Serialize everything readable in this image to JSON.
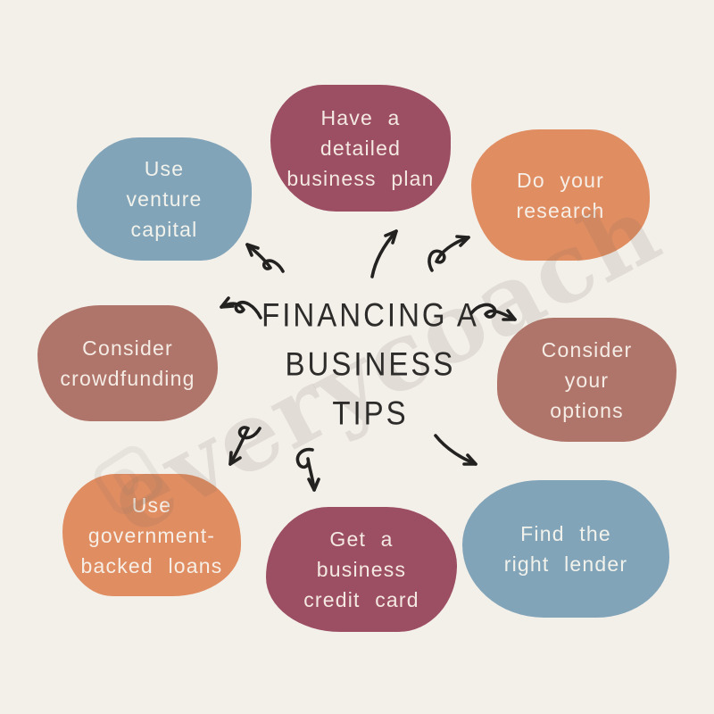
{
  "meta": {
    "background": "#F3F0EA",
    "arrow_color": "#232220",
    "title_color": "#2E2C2A",
    "watermark_color": "rgba(120,106,94,0.14)",
    "palette": {
      "berry": "#9C4E62",
      "orange": "#E08D62",
      "rose": "#B0756A",
      "blue": "#82A4B8"
    }
  },
  "watermark": {
    "text": "everycoach"
  },
  "center_title": {
    "lines": [
      "FINANCING A",
      "BUSINESS",
      "TIPS"
    ]
  },
  "nodes": [
    {
      "id": "business-plan",
      "position": "top",
      "lines": [
        "Have a",
        "detailed",
        "business plan"
      ],
      "color": "#9C4E62",
      "text_color": "#F4E9E2"
    },
    {
      "id": "do-research",
      "position": "top-right",
      "lines": [
        "Do your",
        "research"
      ],
      "color": "#E08D62",
      "text_color": "#F6EFE7"
    },
    {
      "id": "consider-options",
      "position": "right",
      "lines": [
        "Consider",
        "your",
        "options"
      ],
      "color": "#B0756A",
      "text_color": "#F4ECE5"
    },
    {
      "id": "find-lender",
      "position": "bottom-right",
      "lines": [
        "Find the",
        "right lender"
      ],
      "color": "#82A4B8",
      "text_color": "#F2F2EC"
    },
    {
      "id": "credit-card",
      "position": "bottom",
      "lines": [
        "Get a",
        "business",
        "credit card"
      ],
      "color": "#9C4E62",
      "text_color": "#F4E9E2"
    },
    {
      "id": "gov-loans",
      "position": "bottom-left",
      "lines": [
        "Use",
        "government-",
        "backed loans"
      ],
      "color": "#E08D62",
      "text_color": "#F6EFE7"
    },
    {
      "id": "crowdfunding",
      "position": "left",
      "lines": [
        "Consider",
        "crowdfunding"
      ],
      "color": "#B0756A",
      "text_color": "#F4ECE5"
    },
    {
      "id": "venture-capital",
      "position": "top-left",
      "lines": [
        "Use",
        "venture",
        "capital"
      ],
      "color": "#82A4B8",
      "text_color": "#F2F2EC"
    }
  ]
}
